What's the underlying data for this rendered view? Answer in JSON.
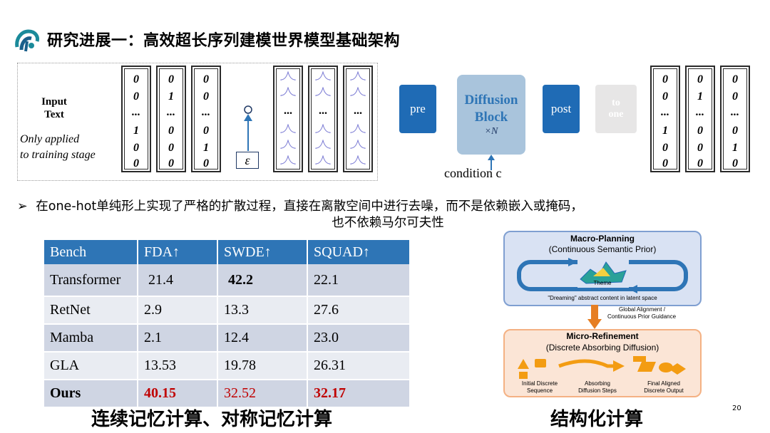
{
  "header": {
    "title": "研究进展一：高效超长序列建模世界模型基础架构"
  },
  "left_diagram": {
    "input_label": "Input\nText",
    "note": "Only applied\nto training stage",
    "onehot_columns": [
      [
        "0",
        "0",
        "...",
        "1",
        "0",
        "0"
      ],
      [
        "0",
        "1",
        "...",
        "0",
        "0",
        "0"
      ],
      [
        "0",
        "0",
        "...",
        "0",
        "1",
        "0"
      ]
    ],
    "epsilon": "ε",
    "ellipsis": "..."
  },
  "pipeline": {
    "pre": "pre",
    "diffusion_line1": "Diffusion",
    "diffusion_line2": "Block",
    "times": "×N",
    "post": "post",
    "to_one_line1": "to",
    "to_one_line2": "one",
    "condition": "condition c",
    "output_columns": [
      [
        "0",
        "0",
        "...",
        "1",
        "0",
        "0"
      ],
      [
        "0",
        "1",
        "...",
        "0",
        "0",
        "0"
      ],
      [
        "0",
        "0",
        "...",
        "0",
        "1",
        "0"
      ]
    ]
  },
  "bullet": {
    "marker": "➢",
    "line1": "在one-hot单纯形上实现了严格的扩散过程，直接在离散空间中进行去噪，而不是依赖嵌入或掩码，",
    "line2": "也不依赖马尔可夫性"
  },
  "table": {
    "headers": [
      "Bench",
      "FDA↑",
      "SWDE↑",
      "SQUAD↑"
    ],
    "rows": [
      [
        "Transformer",
        "21.4",
        "42.2",
        "22.1"
      ],
      [
        "RetNet",
        "2.9",
        "13.3",
        "27.6"
      ],
      [
        "Mamba",
        "2.1",
        "12.4",
        "23.0"
      ],
      [
        "GLA",
        "13.53",
        "19.78",
        "26.31"
      ],
      [
        "Ours",
        "40.15",
        "32.52",
        "32.17"
      ]
    ],
    "highlight_color": "#c00000"
  },
  "right_diagram": {
    "macro_title": "Macro-Planning",
    "macro_subtitle": "(Continuous Semantic Prior)",
    "theme": "Theme",
    "dreaming": "\"Dreaming\" abstract content in latent space",
    "alignment_line1": "Global Alignment /",
    "alignment_line2": "Continuous Prior Guidance",
    "micro_title": "Micro-Refinement",
    "micro_subtitle": "(Discrete Absorbing Diffusion)",
    "step1_line1": "Initial Discrete",
    "step1_line2": "Sequence",
    "step2_line1": "Absorbing",
    "step2_line2": "Diffusion Steps",
    "step3_line1": "Final Aligned",
    "step3_line2": "Discrete Output"
  },
  "captions": {
    "left": "连续记忆计算、对称记忆计算",
    "right": "结构化计算"
  },
  "page_number": "20",
  "colors": {
    "accent_blue": "#2e75b6",
    "dark_blue": "#1f6bb5",
    "diffusion_box": "#a9c4dc",
    "orange": "#f4b183"
  }
}
